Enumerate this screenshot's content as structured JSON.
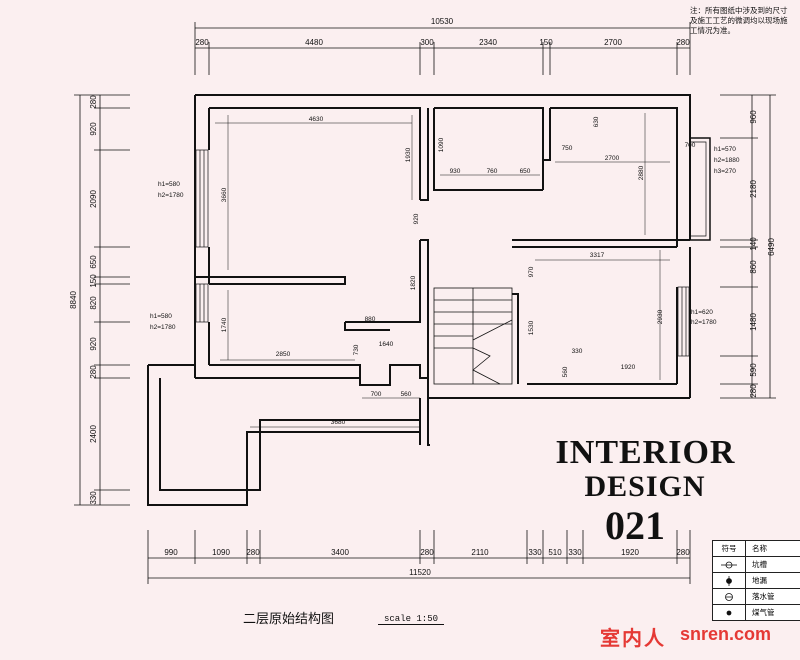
{
  "note": "注：所有图纸中涉及到的尺寸及施工工艺的微调均以现场施工情况为准。",
  "top_total": "10530",
  "top_segments": [
    "280",
    "4480",
    "300",
    "2340",
    "150",
    "2700",
    "280"
  ],
  "bottom_total": "11520",
  "bottom_segments": [
    "990",
    "1090",
    "280",
    "3400",
    "280",
    "2110",
    "330",
    "510",
    "330",
    "1920",
    "280"
  ],
  "left_total": "8840",
  "left_segments": [
    "280",
    "920",
    "2090",
    "650",
    "150",
    "820",
    "920",
    "280",
    "2400",
    "330"
  ],
  "right_total": "6490",
  "right_segments": [
    "960",
    "2180",
    "140",
    "860",
    "1480",
    "590",
    "280"
  ],
  "inner_dims": {
    "d4630": "4630",
    "d1930": "1930",
    "d1090": "1090",
    "d630": "630",
    "d750": "750",
    "d700": "700",
    "d2700": "2700",
    "d2880": "2880",
    "d930": "930",
    "d760": "760",
    "d650": "650",
    "d3660": "3660",
    "d920": "920",
    "d3317": "3317",
    "d970": "970",
    "d1820": "1820",
    "d880": "880",
    "d1740": "1740",
    "d1530": "1530",
    "d2930": "2930",
    "d1640": "1640",
    "d2850": "2850",
    "d730": "730",
    "d330": "330",
    "d560a": "560",
    "d1920": "1920",
    "d700b": "700",
    "d560b": "560",
    "d3680": "3680"
  },
  "window_labels": {
    "w1": [
      "h1=580",
      "h2=1780"
    ],
    "w2": [
      "h1=580",
      "h2=1780"
    ],
    "w3": [
      "h1=570",
      "h2=1880",
      "h3=270"
    ],
    "w4": [
      "h1=620",
      "h2=1780"
    ]
  },
  "brand": {
    "line1": "INTERIOR",
    "line2": "DESIGN",
    "line3": "021"
  },
  "drawing_title": "二层原始结构图",
  "scale": "scale 1:50",
  "legend": {
    "header_symbol": "符号",
    "header_name": "名称",
    "items": [
      {
        "icon": "floor-drain-cross-icon",
        "name": "坑槽"
      },
      {
        "icon": "floor-drain-icon",
        "name": "地漏"
      },
      {
        "icon": "drain-pipe-icon",
        "name": "落水管"
      },
      {
        "icon": "gas-pipe-icon",
        "name": "煤气管"
      }
    ]
  },
  "watermark": {
    "cn": "室内人",
    "url": "snren.com"
  },
  "colors": {
    "background": "#fbeff0",
    "ink": "#111111",
    "watermark": "#e53935"
  }
}
